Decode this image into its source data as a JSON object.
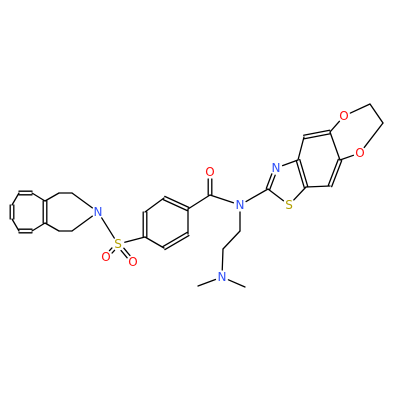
{
  "colors": {
    "background": "#ffffff",
    "bond": "#000000",
    "N": "#3050f8",
    "O": "#ff0d0d",
    "S": "#b2a000"
  },
  "atoms": [
    {
      "id": "o_diox_top",
      "element": "O",
      "label": "O"
    },
    {
      "id": "o_diox_bot",
      "element": "O",
      "label": "O"
    },
    {
      "id": "n_thiazole",
      "element": "N",
      "label": "N"
    },
    {
      "id": "s_thiazole",
      "element": "S",
      "label": "S"
    },
    {
      "id": "o_carbonyl",
      "element": "O",
      "label": "O"
    },
    {
      "id": "n_amide",
      "element": "N",
      "label": "N"
    },
    {
      "id": "s_sulfonyl",
      "element": "S",
      "label": "S"
    },
    {
      "id": "o_sulfonyl_left",
      "element": "O",
      "label": "O"
    },
    {
      "id": "o_sulfonyl_bot",
      "element": "O",
      "label": "O"
    },
    {
      "id": "n_isoquinoline",
      "element": "N",
      "label": "N"
    },
    {
      "id": "n_dimethyl",
      "element": "N",
      "label": "N"
    }
  ]
}
